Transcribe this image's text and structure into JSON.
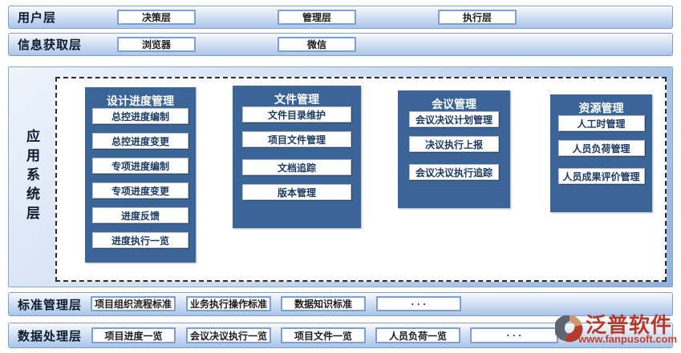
{
  "layers": {
    "user": {
      "label": "用户层",
      "buttons": [
        "决策层",
        "管理层",
        "执行层"
      ]
    },
    "info": {
      "label": "信息获取层",
      "buttons": [
        "浏览器",
        "微信"
      ]
    },
    "app": {
      "label": "应用系统层",
      "modules": [
        {
          "title": "设计进度管理",
          "items": [
            "总控进度编制",
            "总控进度变更",
            "专项进度编制",
            "专项进度变更",
            "进度反馈",
            "进度执行一览"
          ]
        },
        {
          "title": "文件管理",
          "items": [
            "文件目录维护",
            "项目文件管理",
            "文档追踪",
            "版本管理"
          ]
        },
        {
          "title": "会议管理",
          "items": [
            "会议决议计划管理",
            "决议执行上报",
            "会议决议执行追踪"
          ]
        },
        {
          "title": "资源管理",
          "items": [
            "人工时管理",
            "人员负荷管理",
            "人员成果评价管理"
          ]
        }
      ]
    },
    "standard": {
      "label": "标准管理层",
      "buttons": [
        "项目组织流程标准",
        "业务执行操作标准",
        "数据知识标准",
        "· · ·"
      ]
    },
    "data": {
      "label": "数据处理层",
      "buttons": [
        "项目进度一览",
        "会议决议执行一览",
        "项目文件一览",
        "人员负荷一览",
        "· · ·"
      ]
    }
  },
  "watermark": {
    "brand": "泛普软件",
    "url": "www.fanpusoft.com"
  },
  "colors": {
    "panel_blue": "#3a6596",
    "bar_border": "#7f9fcf",
    "bar_gradient_top": "#f7fafd",
    "bar_gradient_bottom": "#a9c5ea",
    "item_text_navy": "#1b3a63",
    "brand_red": "#b23b2e"
  }
}
